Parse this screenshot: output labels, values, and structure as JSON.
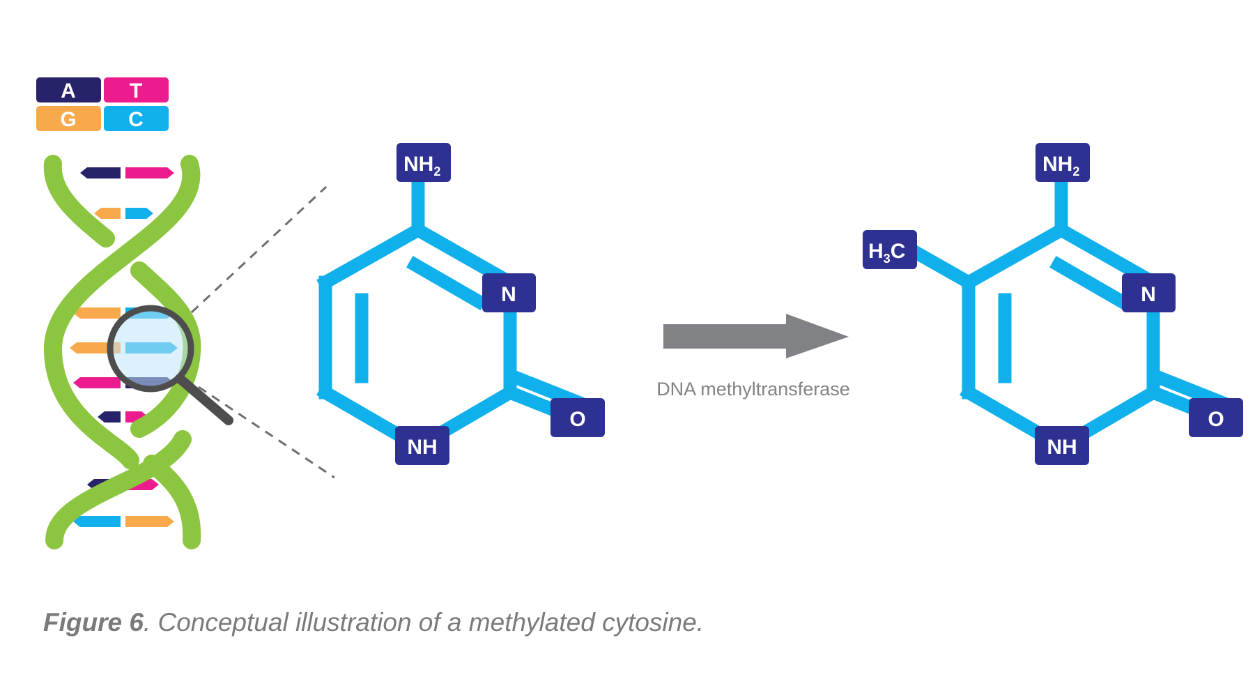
{
  "legend": {
    "a": "A",
    "t": "T",
    "g": "G",
    "c": "C"
  },
  "colors": {
    "A": "#27236a",
    "T": "#ec1c8e",
    "G": "#f7a94b",
    "C": "#0fb0ec",
    "backbone": "#8cc53f",
    "bond": "#0fb0ec",
    "atom_box": "#2e3192",
    "arrow": "#808285",
    "caption": "#7a7a7a"
  },
  "molecule_left": {
    "amine": {
      "main": "NH",
      "sub": "2"
    },
    "ring_n": "N",
    "ring_nh": "NH",
    "carbonyl_o": "O"
  },
  "molecule_right": {
    "methyl": {
      "h": "H",
      "sub": "3",
      "c": "C"
    },
    "amine": {
      "main": "NH",
      "sub": "2"
    },
    "ring_n": "N",
    "ring_nh": "NH",
    "carbonyl_o": "O"
  },
  "arrow": {
    "label": "DNA methyltransferase"
  },
  "caption": {
    "figure": "Figure 6",
    "text": ". Conceptual illustration of a methylated cytosine."
  }
}
